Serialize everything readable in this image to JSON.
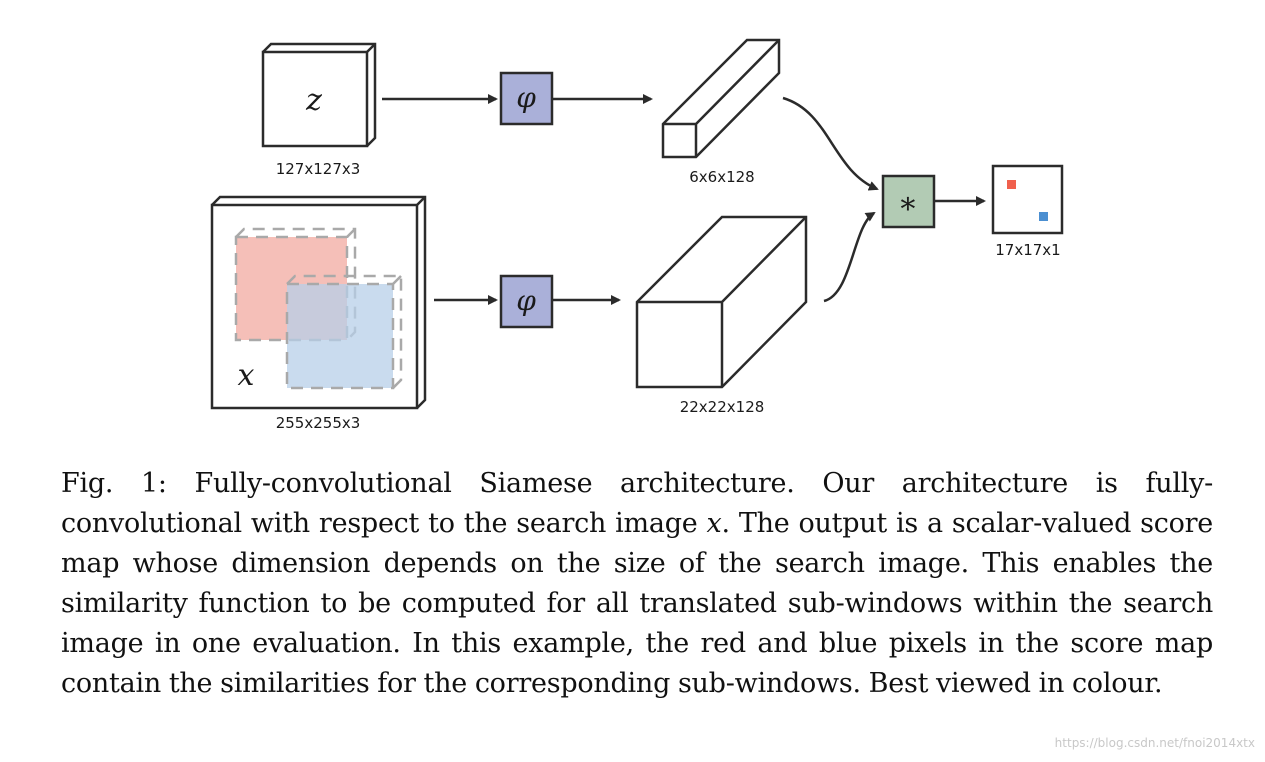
{
  "diagram": {
    "template_var": "z",
    "template_dims": "127x127x3",
    "search_var": "x",
    "search_dims": "255x255x3",
    "embed_symbol": "φ",
    "template_feat_dims": "6x6x128",
    "search_feat_dims": "22x22x128",
    "xcorr_symbol": "∗",
    "output_dims": "17x17x1",
    "colors": {
      "embed_box": "#aab0d9",
      "xcorr_box": "#b2cbb4",
      "red_window": "#f4bcb4",
      "blue_window": "#b7cfe8",
      "red_pixel": "#f0604d",
      "blue_pixel": "#4b8fd1"
    }
  },
  "caption": {
    "label": "Fig. 1:",
    "part1": "Fully-convolutional Siamese architecture. Our architecture is fully-convolutional with respect to the search image ",
    "math": "x",
    "part2": ". The output is a scalar-valued score map whose dimension depends on the size of the search image. This enables the similarity function to be computed for all translated sub-windows within the search image in one evaluation. In this example, the red and blue pixels in the score map contain the similarities for the corresponding sub-windows. Best viewed in colour."
  },
  "watermark": "https://blog.csdn.net/fnoi2014xtx"
}
